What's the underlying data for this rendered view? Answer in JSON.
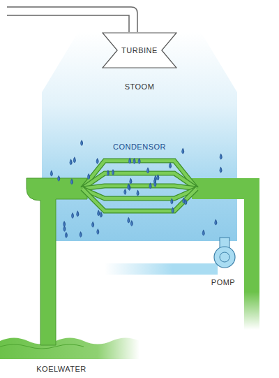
{
  "diagram": {
    "nodes": [
      {
        "text": [
          "TURBINE"
        ]
      }
    ],
    "labels": [
      "STOOM",
      "CONDENSOR",
      "POMP",
      "KOELWATER"
    ]
  }
}
